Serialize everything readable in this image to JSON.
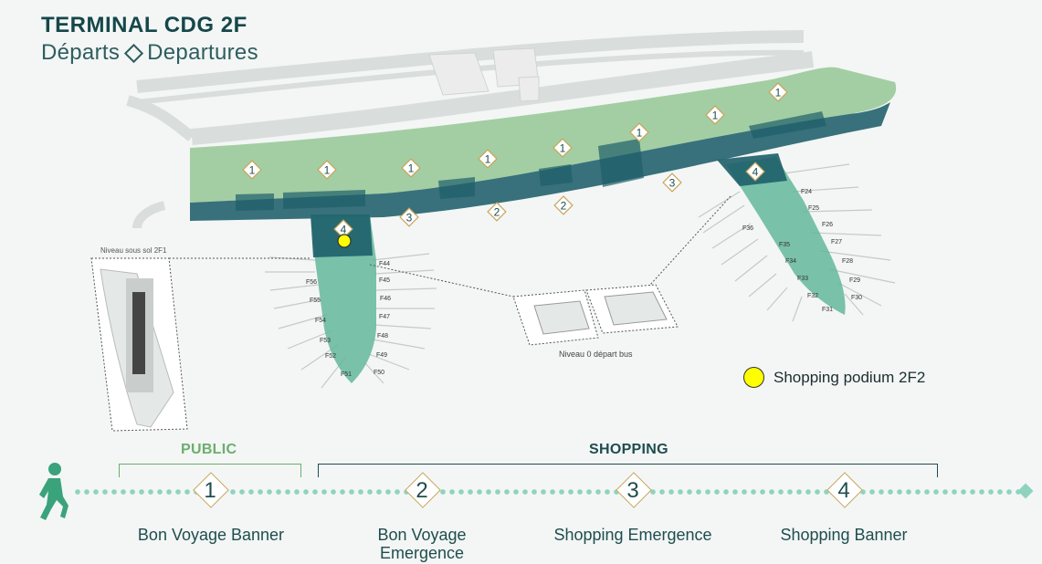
{
  "header": {
    "title": "TERMINAL CDG 2F",
    "subtitle_fr": "Départs",
    "subtitle_en": "Departures"
  },
  "map": {
    "basement_label": "Niveau sous sol 2F1",
    "bus_label": "Niveau 0 départ bus",
    "gates_left": [
      "F44",
      "F45",
      "F46",
      "F47",
      "F48",
      "F49",
      "F50",
      "F51",
      "F52",
      "F53",
      "F54",
      "F55",
      "F56"
    ],
    "gates_right": [
      "F24",
      "F25",
      "F26",
      "F27",
      "F28",
      "F29",
      "F30",
      "F31",
      "F32",
      "F33",
      "F34",
      "F35",
      "F36"
    ],
    "marker_labels": [
      "1",
      "2",
      "3",
      "4"
    ],
    "colors": {
      "public_zone": "#8cc38c",
      "shopping_zone": "#1e5f6a",
      "pier_zone": "#5fb59a",
      "outline": "#c4cac8"
    }
  },
  "legend": {
    "label": "Shopping podium 2F2",
    "color": "#ffff00"
  },
  "zones": {
    "public": {
      "label": "PUBLIC",
      "color": "#6cae6c"
    },
    "shopping": {
      "label": "SHOPPING",
      "color": "#1f4d4f"
    }
  },
  "steps": [
    {
      "number": "1",
      "label": "Bon Voyage Banner"
    },
    {
      "number": "2",
      "label": "Bon Voyage Emergence"
    },
    {
      "number": "3",
      "label": "Shopping Emergence"
    },
    {
      "number": "4",
      "label": "Shopping Banner"
    }
  ]
}
